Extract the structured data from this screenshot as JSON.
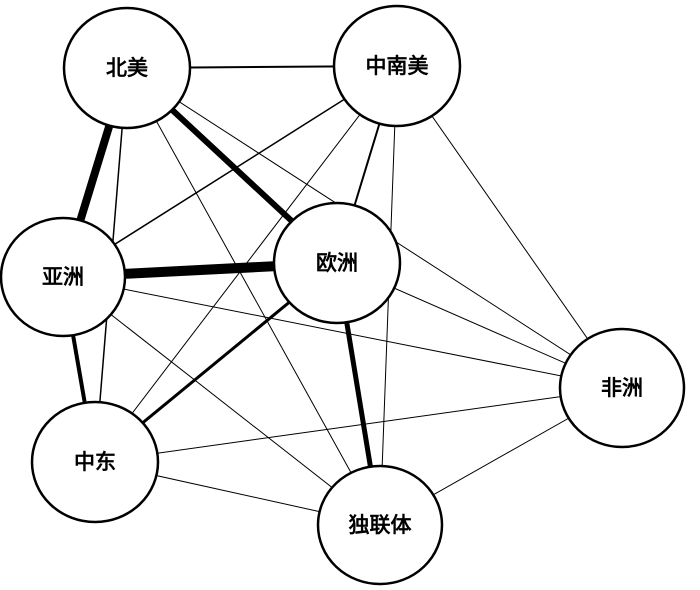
{
  "nodes": [
    {
      "id": "na",
      "label": "北美"
    },
    {
      "id": "la",
      "label": "中南美"
    },
    {
      "id": "as",
      "label": "亚洲"
    },
    {
      "id": "eu",
      "label": "欧洲"
    },
    {
      "id": "af",
      "label": "非洲"
    },
    {
      "id": "me",
      "label": "中东"
    },
    {
      "id": "cis",
      "label": "独联体"
    }
  ],
  "edges": [
    {
      "from": "na",
      "to": "la",
      "weight": 2
    },
    {
      "from": "na",
      "to": "as",
      "weight": 8
    },
    {
      "from": "na",
      "to": "eu",
      "weight": 6
    },
    {
      "from": "na",
      "to": "me",
      "weight": 1.5
    },
    {
      "from": "na",
      "to": "cis",
      "weight": 1
    },
    {
      "from": "na",
      "to": "af",
      "weight": 1
    },
    {
      "from": "la",
      "to": "as",
      "weight": 1.5
    },
    {
      "from": "la",
      "to": "eu",
      "weight": 2
    },
    {
      "from": "la",
      "to": "me",
      "weight": 1
    },
    {
      "from": "la",
      "to": "cis",
      "weight": 1
    },
    {
      "from": "la",
      "to": "af",
      "weight": 1
    },
    {
      "from": "as",
      "to": "eu",
      "weight": 10
    },
    {
      "from": "as",
      "to": "me",
      "weight": 4
    },
    {
      "from": "as",
      "to": "af",
      "weight": 1
    },
    {
      "from": "as",
      "to": "cis",
      "weight": 1
    },
    {
      "from": "eu",
      "to": "me",
      "weight": 3
    },
    {
      "from": "eu",
      "to": "cis",
      "weight": 5
    },
    {
      "from": "eu",
      "to": "af",
      "weight": 1
    },
    {
      "from": "me",
      "to": "af",
      "weight": 1
    },
    {
      "from": "me",
      "to": "cis",
      "weight": 1
    },
    {
      "from": "cis",
      "to": "af",
      "weight": 1
    }
  ]
}
